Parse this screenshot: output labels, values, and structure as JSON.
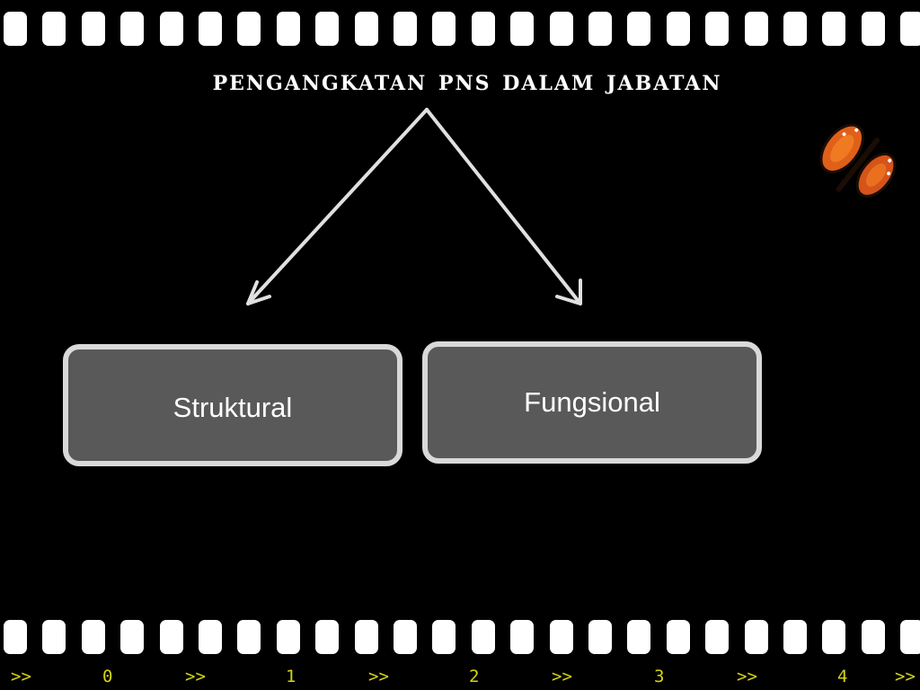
{
  "slide": {
    "title": "Pengangkatan PNS dalam Jabatan",
    "boxes": [
      {
        "label": "Struktural"
      },
      {
        "label": "Fungsional"
      }
    ]
  },
  "footer": {
    "ticker": [
      ">>",
      "0",
      ">>",
      "1",
      ">>",
      "2",
      ">>",
      "3",
      ">>",
      "4",
      ">>"
    ]
  },
  "colors": {
    "background": "#000000",
    "box_fill": "#595959",
    "box_border": "#d9d9d9",
    "arrow": "#e0e0e0",
    "ticker_text": "#d4d414"
  },
  "icons": {
    "decoration": "butterfly-icon"
  }
}
